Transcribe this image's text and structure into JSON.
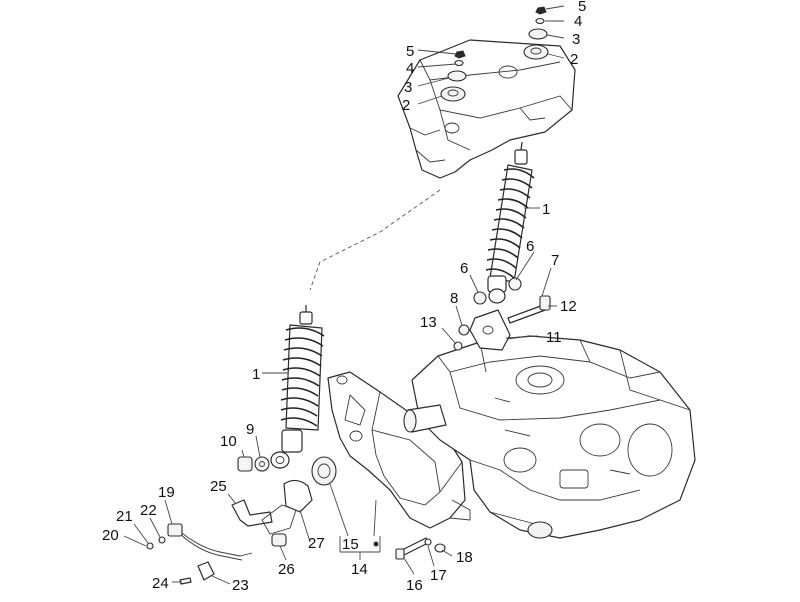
{
  "diagram": {
    "callouts": {
      "c5a": "5",
      "c4a": "4",
      "c3a": "3",
      "c2a": "2",
      "c5b": "5",
      "c4b": "4",
      "c3b": "3",
      "c2b": "2",
      "c1a": "1",
      "c6a": "6",
      "c6b": "6",
      "c7": "7",
      "c8": "8",
      "c12": "12",
      "c13": "13",
      "c11": "11",
      "c1b": "1",
      "c10": "10",
      "c9": "9",
      "c19": "19",
      "c21": "21",
      "c22": "22",
      "c20": "20",
      "c25": "25",
      "c27": "27",
      "c15": "15",
      "c14": "14",
      "c18": "18",
      "c17": "17",
      "c16": "16",
      "c26": "26",
      "c24": "24",
      "c23": "23"
    }
  }
}
